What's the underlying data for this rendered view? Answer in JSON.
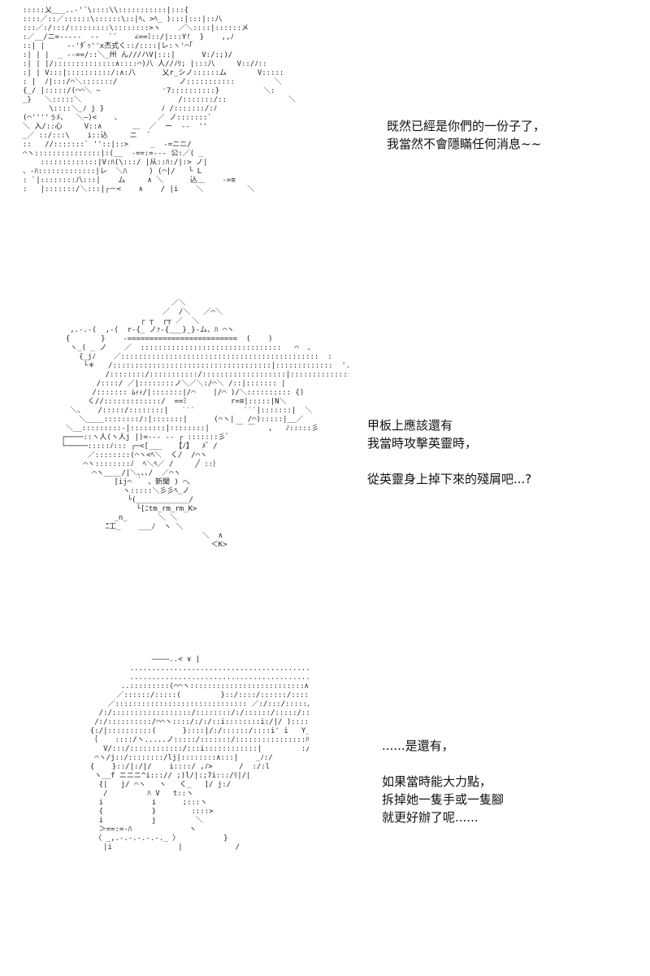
{
  "panels": [
    {
      "dialogue": [
        "既然已經是你們的一份子了，",
        "我當然不會隱瞞任何消息~~"
      ],
      "art": ":::::乂___..-'´\\::::\\\\:::::::::::|:::{\n::::／::／::::::\\::::::\\::|ﾍ、>ﾍ_ ):::|:::|::八\n:::／:/:::/:::::::::\\::::::::>ヽ    ／＼::::|::::::メ\n:／__/ニ=-----  --  ´´    ∠==ﾐ::/|:::Y!  }    ,,ﾉ\n::| |     --'ﾀﾞｯ''x杰式く::/::::|レ:ヽ'⌒｢\n:| | |  _ --==/::＼_州 ん///ハV|:::|      V:/:;)/\n:| | |/::::::::::::::∧::::⌒)八 人//ﾉﾘ; |:::八     V::/ﾉ::\n:| | V:::|::::::::::/:∧:八      乂r_シノ::::::ム       V:::::\n: |  ﾉ|:::/⌒＼:::::::/              ノ:::::::::::         ＼\n{_/ |:::::/(⌒⌒＼ ~              ⁻7::::::::::}          ＼:\n_}   ＼:::::＼                      /:::::::/::              ＼\n      \\::::＼_ﾉ j }             ﾉ /:::::::/:ﾉ\n(⌒''''ぅﾒ、  ＼―)<    ､         ／ ノ:::::::`\n＼ 入/::心     V::∧       ＿  ／  ー  ‐-  ''\n_／ ::/:::\\    i::込     ニ  ´\n::   //:::::::` ''::|::>     _  -=ニニ/\n⌒ヽ:::::::::::::::|:(__  -==:=--- 公:／( _\n    :::::::::::::|V:ﾊ(\\:::/ |从::ﾊ:/|:> ノ|\n、-ﾊ:::::::::::::|レ  ＼ﾊ     ) (⌒|/   └ L\n: `|::::::::八:::|    ム     ∧ ＼      込＿    -=≡\n:   |:::::::/＼:::|┌－<    ∧    / |i    ＼          ＼"
    },
    {
      "dialogue": [
        "甲板上應該還有",
        "我當時攻擊英靈時，",
        "",
        "從英靈身上掉下來的殘屑吧...?"
      ],
      "art": "                          ／＼\n                        ／  /＼   ／⌒＼\n                   ┌ ┬  ┌┬ ／  ＼\n   ,.-.-(  ,-(  r-{_ ノｧ-{___}_}‐ム、ﾊ ⌒ヽ\n  {       }    -=========================  (    )\n   ヽ_( _ ノ    ／  ::::::::::::::::::::::::::::::::   ⌒  ､\n     {_jﾉ    ／:::::::::::::::::::::::::::::::::::::::::::::  :\n      └＊   /::::::::::::::::::::::::::::::::::::|:::::::::::::  '.\n           /::::::::/:::::::::::/:::::::::::::::::::|::::::::::::::\n         /::::/ ／|::::::::ノ＼／＼:/⌒＼ /::|::::::: |\n        /::::::: ﾑｨｨ/|:::::::|/⌒    |/⌒ )/＼:::::::::: {)\n       く//:::::::::::::/  ==ﾐ          r=≡|:::::|N＼\n   ＼、   /:::::/::::::::|   ′′′           ′′′|:::::::|  ＼\n     ＼____::::::::/:|:::::::|      (⌒ヽ|   /⌒):::::|__／\n  ＼__:::::::::-|::::::::|::::::::|      ￣ ￣   ,   ﾉ:::::彡\n ┌────::ヽ人(ヽ人j |)=--- -- ┌ :::::::彡ﾞ\n └─────:::::ﾉ::: ┌─<[___   【ﾉ】  ﾒ゛/\n       ／::::::::(⌒ヽ<ﾍ＼  く/  /⌒ヽ\n      ⌒ヽ::::::::ﾉ  ﾍ＼ﾍ／ /     ╱ ::｝\n        ⌒ヽ____/|＼､､､/  ／⌒ヽ\n             [ij⌒ ｀ 、新聞 ) ⌒､\n               ヽ:::::＼彡彡ﾍ_ノ\n                └(____________/\n                  └[ﾆtm_rm_rm_K>\n             _n_       ＼ ＼\n           ̄ﾆ工_    ___ﾉ  ヽ ＼\n                                 ＼  ∧\n                                   ＜K>"
    },
    {
      "dialogue": [
        "......是還有，",
        "",
        "如果當時能大力點，",
        "拆掉她一隻手或一隻腳",
        "就更好辦了呢......"
      ],
      "art": "                ――――..< ∨ |\n           ..............................................、7\n           ......................................................\n         ..:::::::::(⌒⌒ヽ::::::::::::::::::::::::::∧_\n        ／::::::/:::::(         }::/::::/::::::/::::|\n      ／:::::::::::::::::::::::::::::: ／:/:::/:::::/:::::/::::::\n    /:/::::::::::::::::::/::::::::/:/::::::/:::::/::::::::/\n   /:/::::::::::/⌒⌒ヽ::::/:/:/::i::::::::i:/|/ )::::::|::::i:|\n  {:/|::::::::::(      }::::|/:/::::::/::::i' i   Y_ﾉ|:::::|::::|\n  ｛    ::::/ヽ.....ノ:::::/:::::::/::::::::::::::::ﾊ{   (ﾂ)  /::::j/\n     V/:::/::::::::::::/:::i::::::::::::|         :/\n   ⌒ヽ/j::/::::::::/lj|::::::::∧:::|    _ﾉ:/\n  {    }::/|:/|/    i::::/ ,ﾉ>      /  :/:l\n   ヽ__f ニニニ^i:::// ;)l/|:;7i:::/ﾘ|/|\n    {|   j/ ⌒ヽ   ヽ   く_   ]/ j:/\n     /         ﾊ V   t::ヽ\n    i           i      ;:::ヽ\n    {           }        ::::>\n    i           j         ＼\n    ＞==:=-ﾊ             ヽ\n   〈 _,.-.-.-.-.-._ 〉          }\n     |i               |            /"
    }
  ]
}
